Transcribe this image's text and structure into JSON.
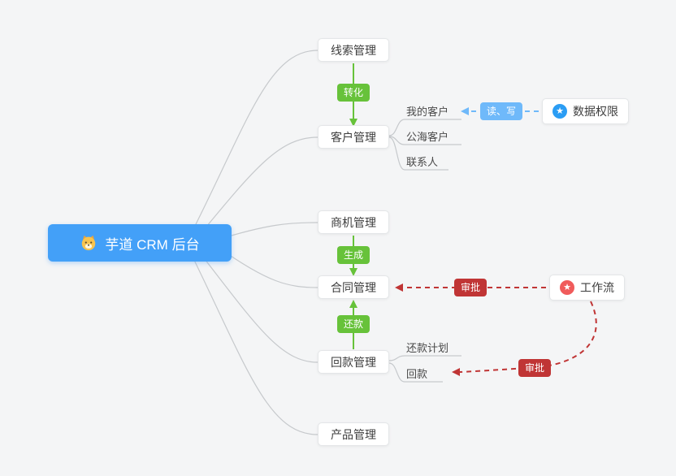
{
  "central_node": {
    "label": "芋道 CRM 后台"
  },
  "nodes": [
    {
      "id": "lead",
      "label": "线索管理"
    },
    {
      "id": "customer",
      "label": "客户管理"
    },
    {
      "id": "opportunity",
      "label": "商机管理"
    },
    {
      "id": "contract",
      "label": "合同管理"
    },
    {
      "id": "receivable",
      "label": "回款管理"
    },
    {
      "id": "product",
      "label": "产品管理"
    }
  ],
  "customer_children": [
    "我的客户",
    "公海客户",
    "联系人"
  ],
  "receivable_children": [
    "还款计划",
    "回款"
  ],
  "badges": {
    "convert": "转化",
    "generate": "生成",
    "repay": "还款",
    "read_write": "读、写",
    "approve_contract": "审批",
    "approve_receivable": "审批"
  },
  "side_nodes": {
    "data_permission": {
      "label": "数据权限"
    },
    "workflow": {
      "label": "工作流"
    }
  },
  "icons": {
    "star": "★"
  },
  "colors": {
    "central_blue": "#43a0f8",
    "edge_green": "#67c23a",
    "edge_light_blue": "#6fb9fa",
    "edge_dark_red": "#c03535",
    "permission_icon_blue": "#2b9df4",
    "workflow_icon_red": "#f05b5b",
    "background": "#f4f5f6"
  }
}
